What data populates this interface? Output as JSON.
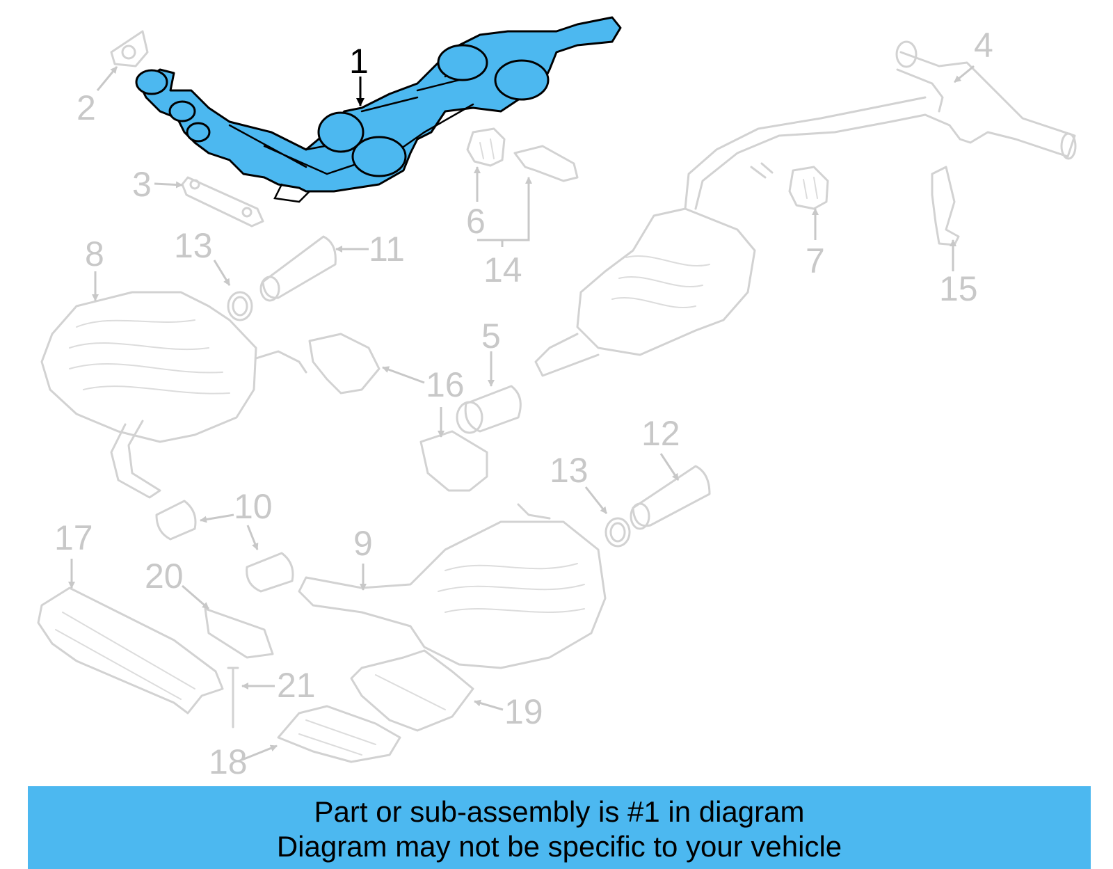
{
  "accent_color": "#4cb8f0",
  "highlight_part": "1",
  "callouts": {
    "c1": "1",
    "c2": "2",
    "c3": "3",
    "c4": "4",
    "c5": "5",
    "c6": "6",
    "c7": "7",
    "c8": "8",
    "c9": "9",
    "c10": "10",
    "c10b": "10",
    "c11": "11",
    "c12": "12",
    "c13": "13",
    "c13b": "13",
    "c14": "14",
    "c15": "15",
    "c16": "16",
    "c17": "17",
    "c18": "18",
    "c19": "19",
    "c20": "20",
    "c21": "21"
  },
  "banner": {
    "line1": "Part or sub-assembly is #1 in diagram",
    "line2": "Diagram may not be specific to your vehicle"
  }
}
